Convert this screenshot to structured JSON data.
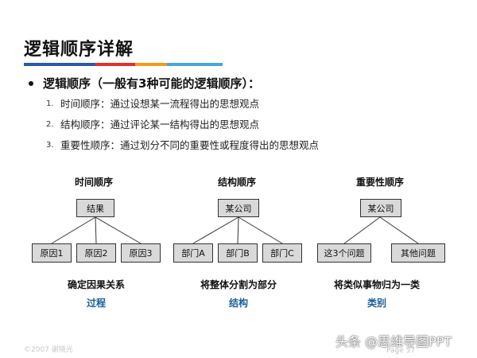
{
  "title": "逻辑顺序详解",
  "title_bar_colors": [
    "#2a5aa8",
    "#e2302f",
    "#f29b1d",
    "#4aa6d8"
  ],
  "bullet": "逻辑顺序（一般有3种可能的逻辑顺序）：",
  "items": [
    {
      "num": "1.",
      "text": "时间顺序：通过设想某一流程得出的思想观点"
    },
    {
      "num": "2.",
      "text": "结构顺序：通过评论某一结构得出的思想观点"
    },
    {
      "num": "3.",
      "text": "重要性顺序：通过划分不同的重要性或程度得出的思想观点"
    }
  ],
  "diagrams": [
    {
      "title": "时间顺序",
      "root": "结果",
      "children": [
        "原因1",
        "原因2",
        "原因3"
      ],
      "caption": "确定因果关系",
      "sub": "过程"
    },
    {
      "title": "结构顺序",
      "root": "某公司",
      "children": [
        "部门A",
        "部门B",
        "部门C"
      ],
      "caption": "将整体分割为部分",
      "sub": "结构"
    },
    {
      "title": "重要性顺序",
      "root": "某公司",
      "children": [
        "这3个问题",
        "其他问题"
      ],
      "caption": "将类似事物归为一类",
      "sub": "类别"
    }
  ],
  "footer": "©2007 谢晓光",
  "page": "Page 57",
  "watermark": "头条 @思维导图PPT"
}
